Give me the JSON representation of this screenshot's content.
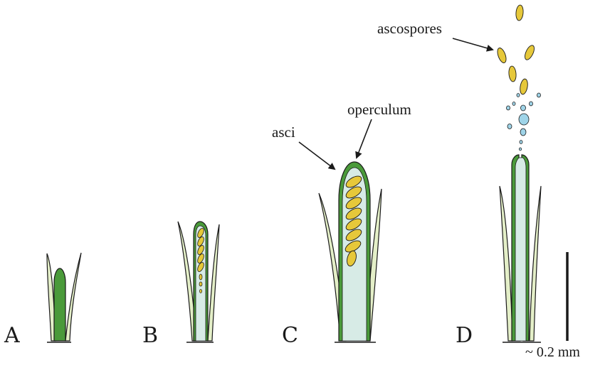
{
  "panels": [
    {
      "id": "A",
      "label": "A"
    },
    {
      "id": "B",
      "label": "B"
    },
    {
      "id": "C",
      "label": "C"
    },
    {
      "id": "D",
      "label": "D"
    }
  ],
  "callouts": {
    "asci": "asci",
    "operculum": "operculum",
    "ascospores": "ascospores"
  },
  "scale_bar": {
    "label": "~ 0.2 mm"
  },
  "colors": {
    "outline": "#1a1a1a",
    "tissue_green": "#4a9a3a",
    "pale_green": "#e4efc8",
    "inner_blue": "#d7ebe6",
    "spore_yellow": "#e6c83a",
    "droplet_blue": "#9fd4e8"
  }
}
